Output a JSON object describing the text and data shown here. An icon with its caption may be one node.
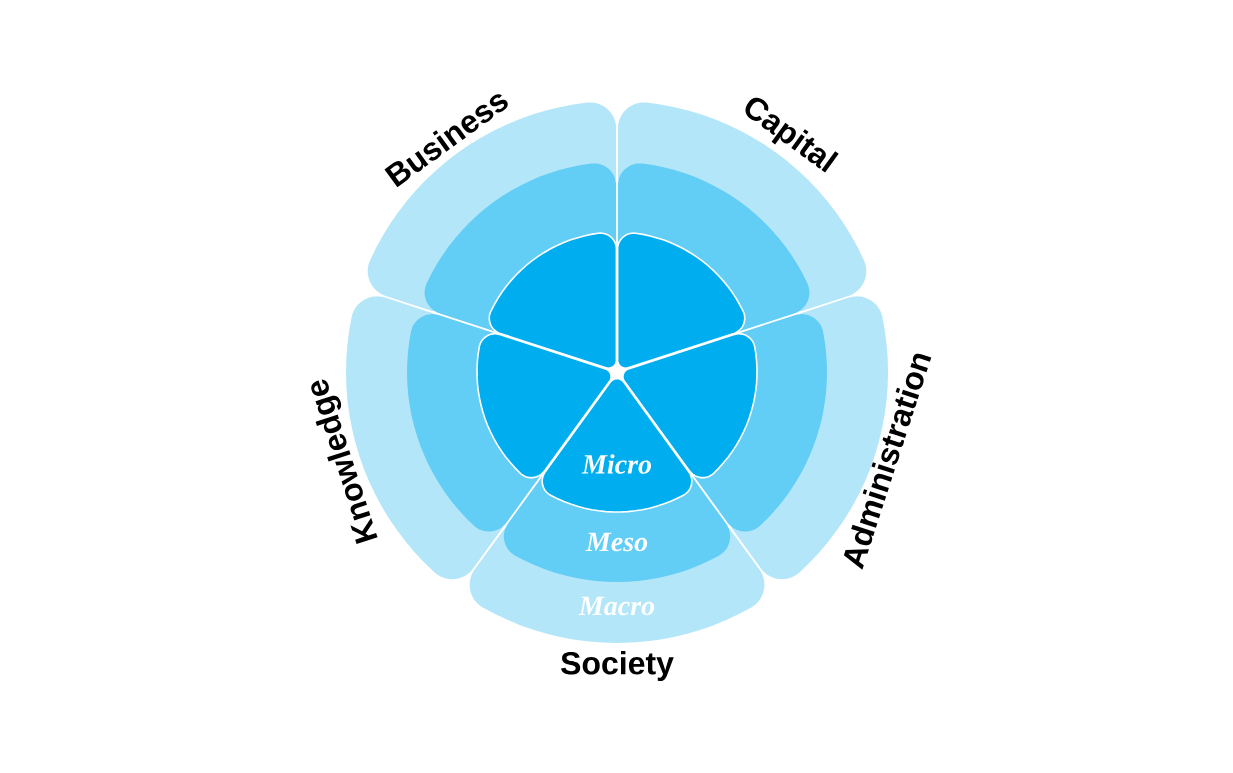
{
  "diagram": {
    "nodes": [
      {
        "text": [],
        "shape": "sector"
      },
      {
        "text": [],
        "shape": "sector"
      },
      {
        "text": [],
        "shape": "sector",
        "beside": [
          "Business"
        ]
      },
      {
        "text": [],
        "shape": "sector"
      },
      {
        "text": [],
        "shape": "sector"
      },
      {
        "text": [],
        "shape": "sector",
        "beside": [
          "Capital"
        ]
      },
      {
        "text": [],
        "shape": "sector"
      },
      {
        "text": [],
        "shape": "sector"
      },
      {
        "text": [],
        "shape": "sector",
        "beside": [
          "Administration"
        ]
      },
      {
        "text": [
          "Micro"
        ]
      },
      {
        "text": [
          "Meso"
        ]
      },
      {
        "text": [
          "Macro"
        ],
        "beside": [
          "Society"
        ]
      },
      {
        "text": [],
        "shape": "sector"
      },
      {
        "text": [],
        "shape": "sector"
      },
      {
        "text": [],
        "shape": "sector",
        "beside": [
          "Knowledge"
        ]
      }
    ]
  }
}
